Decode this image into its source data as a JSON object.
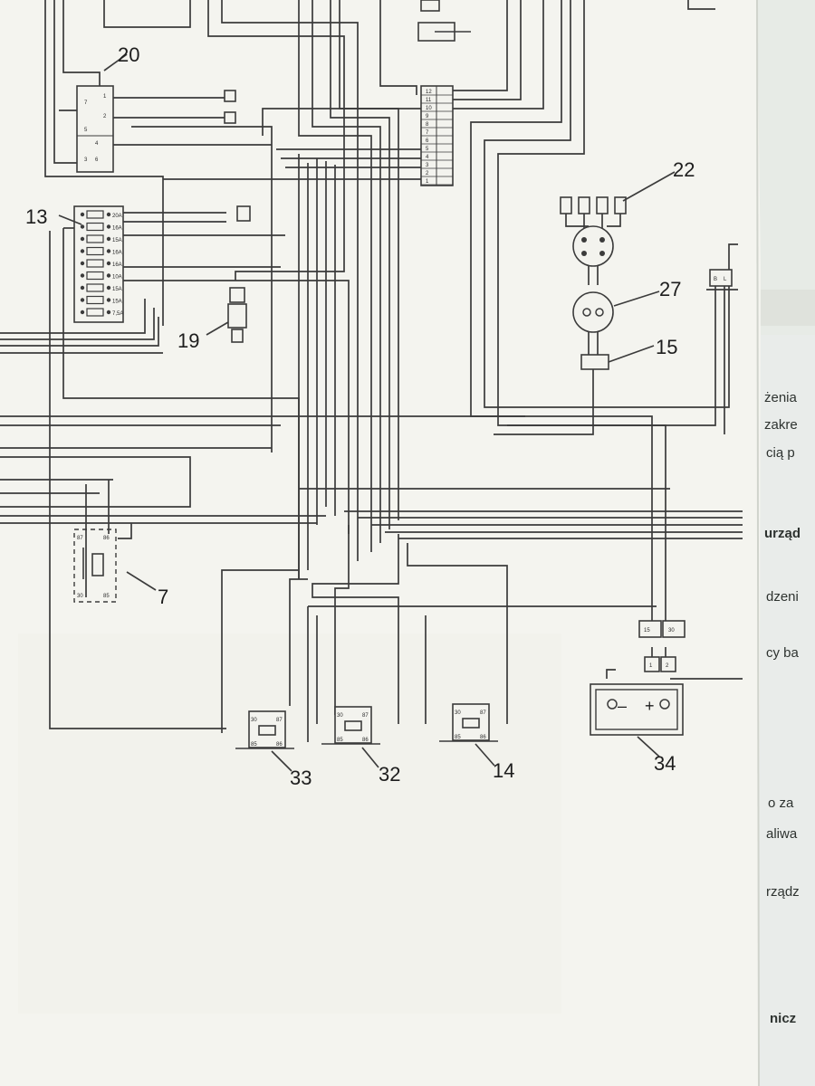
{
  "diagram": {
    "callouts": {
      "c20": "20",
      "c13": "13",
      "c19": "19",
      "c22": "22",
      "c27": "27",
      "c15": "15",
      "c7": "7",
      "c33": "33",
      "c32": "32",
      "c14": "14",
      "c34": "34"
    },
    "fuses": [
      "20A",
      "16A",
      "15A",
      "16A",
      "16A",
      "10A",
      "15A",
      "15A",
      "7,5A"
    ],
    "connector20_pins": [
      "7",
      "5",
      "4",
      "2",
      "1",
      "3",
      "6"
    ],
    "connector_strip_pins": [
      "12",
      "11",
      "10",
      "9",
      "8",
      "7",
      "6",
      "5",
      "4",
      "3",
      "2",
      "1"
    ],
    "relay7_terminals": [
      "87",
      "86",
      "30",
      "85"
    ],
    "relay_terminals": [
      "30",
      "87",
      "85",
      "86"
    ],
    "battery_terms": {
      "minus": "–",
      "plus": "+"
    },
    "plug34": [
      "15",
      "30",
      "1",
      "2"
    ],
    "socket_pins": [
      "B",
      "L"
    ]
  },
  "side_text": [
    "żenia",
    "zakre",
    "cią p",
    "urząd",
    "dzeni",
    "cy ba",
    "o za",
    "aliwa",
    "rządz",
    "nicz"
  ],
  "colors": {
    "paper": "#f4f4ef",
    "ink": "#3b3b3b",
    "background": "#eef0ea"
  }
}
